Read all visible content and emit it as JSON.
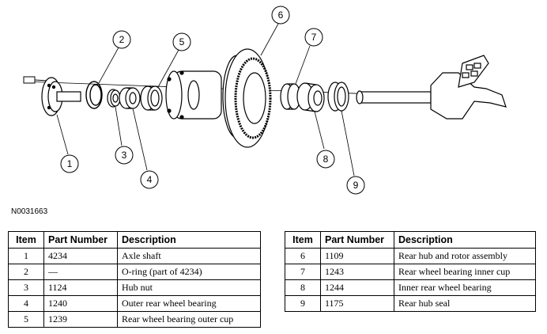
{
  "figure": {
    "id": "N0031663",
    "callouts": [
      "1",
      "2",
      "3",
      "4",
      "5",
      "6",
      "7",
      "8",
      "9"
    ]
  },
  "table": {
    "headers": {
      "item": "Item",
      "part_number": "Part Number",
      "description": "Description"
    },
    "left_rows": [
      {
        "item": "1",
        "part": "4234",
        "desc": "Axle shaft"
      },
      {
        "item": "2",
        "part": "—",
        "desc": "O-ring (part of 4234)"
      },
      {
        "item": "3",
        "part": "1124",
        "desc": "Hub nut"
      },
      {
        "item": "4",
        "part": "1240",
        "desc": "Outer rear wheel bearing"
      },
      {
        "item": "5",
        "part": "1239",
        "desc": "Rear wheel bearing outer cup"
      }
    ],
    "right_rows": [
      {
        "item": "6",
        "part": "1109",
        "desc": "Rear hub and rotor assembly"
      },
      {
        "item": "7",
        "part": "1243",
        "desc": "Rear wheel bearing inner cup"
      },
      {
        "item": "8",
        "part": "1244",
        "desc": "Inner rear wheel bearing"
      },
      {
        "item": "9",
        "part": "1175",
        "desc": "Rear hub seal"
      }
    ]
  }
}
